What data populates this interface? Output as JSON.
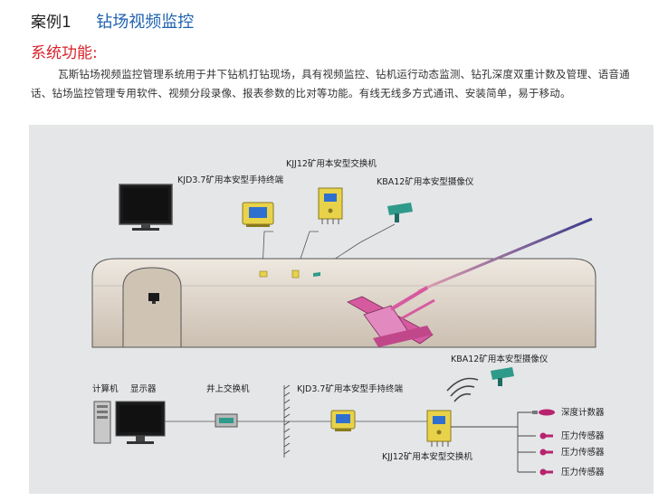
{
  "header": {
    "case_number": "案例1",
    "case_title": "钻场视频监控"
  },
  "section": {
    "heading": "系统功能:",
    "description": "瓦斯钻场视频监控管理系统用于井下钻机打钻现场，具有视频监控、钻机运行动态监测、钻孔深度双重计数及管理、语音通话、钻场监控管理专用软件、视频分段录像、报表参数的比对等功能。有线无线多方式通讯、安装简单，易于移动。"
  },
  "diagram": {
    "top_labels": {
      "switch": "KJJ12矿用本安型交换机",
      "terminal": "KJD3.7矿用本安型手持终端",
      "camera": "KBA12矿用本安型摄像仪"
    },
    "bottom_labels": {
      "computer": "计算机",
      "monitor": "显示器",
      "surface_switch": "井上交换机",
      "terminal": "KJD3.7矿用本安型手持终端",
      "camera": "KBA12矿用本安型摄像仪",
      "switch": "KJJ12矿用本安型交换机",
      "depth_counter": "深度计数器",
      "pressure_sensor_1": "压力传感器",
      "pressure_sensor_2": "压力传感器",
      "pressure_sensor_3": "压力传感器"
    },
    "colors": {
      "device_yellow": "#e8d24a",
      "device_screen": "#2f6fd0",
      "drill_rig": "#d65aa0",
      "tunnel_fill": "#d9cfc4",
      "camera_teal": "#2f9a8a",
      "sensor_magenta": "#b8226e"
    }
  }
}
